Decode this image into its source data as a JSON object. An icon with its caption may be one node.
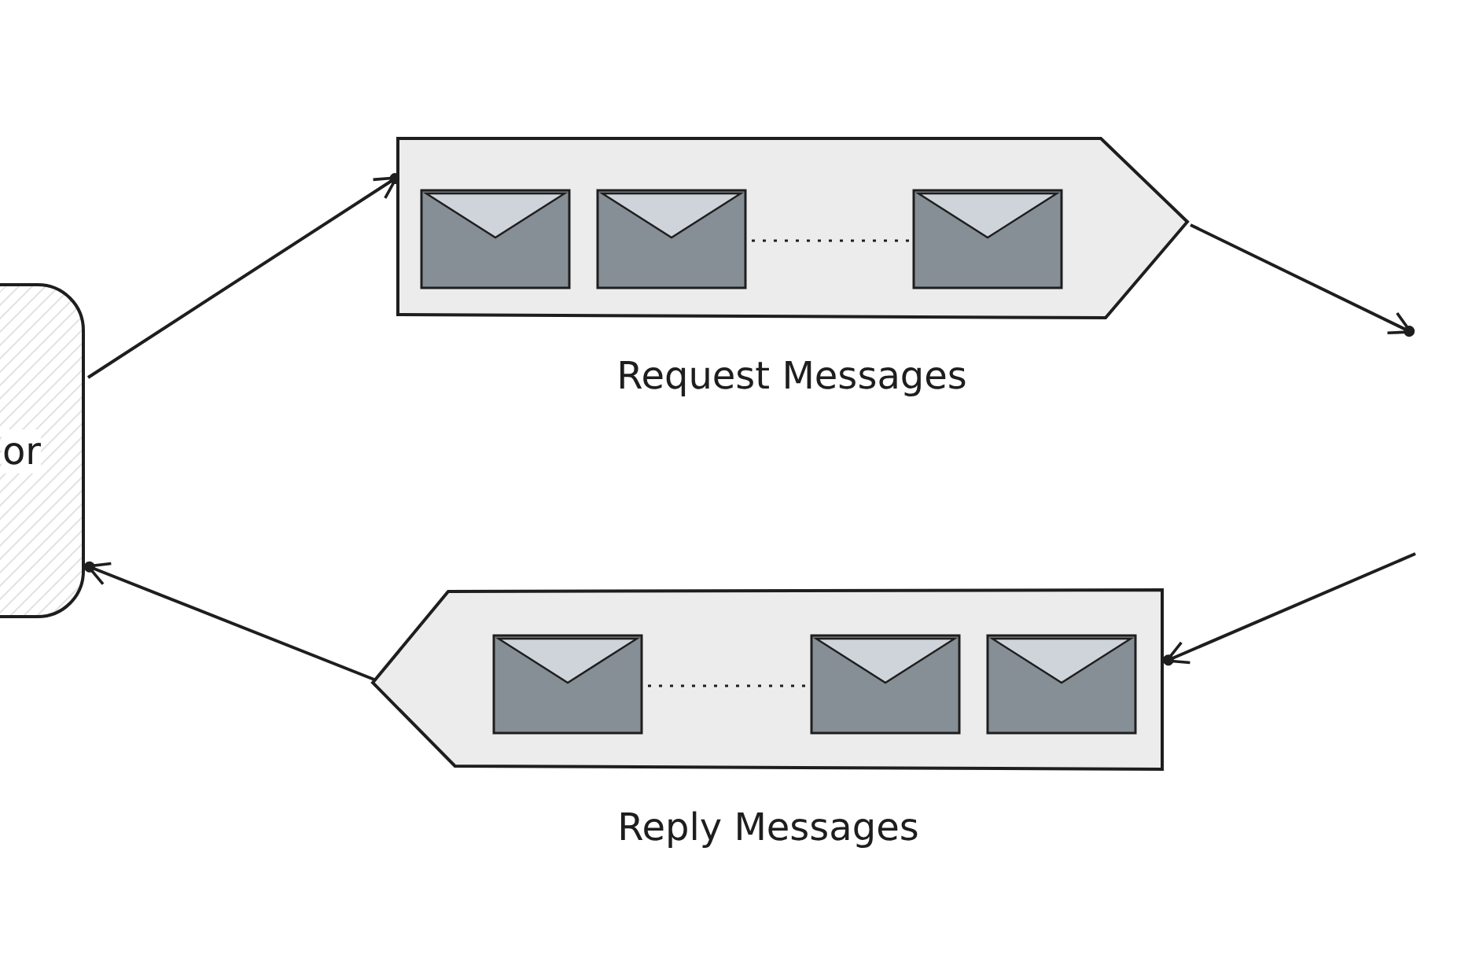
{
  "diagram": {
    "nodes": [
      {
        "text": [
          "or"
        ]
      },
      {
        "text": [],
        "shape": "box",
        "beside": [
          "Request Messages"
        ]
      },
      {
        "text": [],
        "shape": "box",
        "beside": [
          "Reply Messages"
        ]
      }
    ],
    "edges": [
      {
        "from": 0,
        "to": 1,
        "arrow": "to"
      },
      {
        "from": 1,
        "to": null,
        "arrow": "to"
      },
      {
        "from": null,
        "to": 2,
        "arrow": "to"
      },
      {
        "from": 2,
        "to": 0,
        "arrow": "to"
      }
    ]
  }
}
